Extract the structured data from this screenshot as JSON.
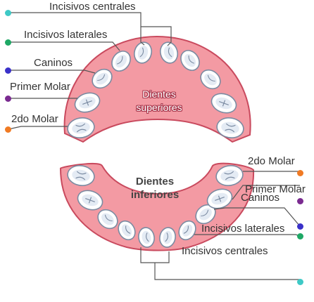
{
  "upper": {
    "title_line1": "Dientes",
    "title_line2": "superiores",
    "labels": [
      {
        "text": "Incisivos centrales",
        "dot_color": "#3ec9c6"
      },
      {
        "text": "Incisivos laterales",
        "dot_color": "#1ea865"
      },
      {
        "text": "Caninos",
        "dot_color": "#3a31c9"
      },
      {
        "text": "Primer Molar",
        "dot_color": "#7a2a90"
      },
      {
        "text": "2do Molar",
        "dot_color": "#f07a23"
      }
    ]
  },
  "lower": {
    "title_line1": "Dientes",
    "title_line2": "inferiores",
    "labels": [
      {
        "text": "2do Molar",
        "dot_color": "#f07a23"
      },
      {
        "text": "Primer Molar",
        "dot_color": "#7a2a90"
      },
      {
        "text": "Caninos",
        "dot_color": "#3a31c9"
      },
      {
        "text": "Incisivos laterales",
        "dot_color": "#1ea865"
      },
      {
        "text": "Incisivos centrales",
        "dot_color": "#3ec9c6"
      }
    ]
  },
  "colors": {
    "gum": "#f39aa3",
    "gum_edge": "#c94a5e",
    "tooth": "#ffffff",
    "tooth_outline": "#7b8ba2",
    "tooth_shade": "#e4ebf4",
    "leader": "#555555"
  }
}
